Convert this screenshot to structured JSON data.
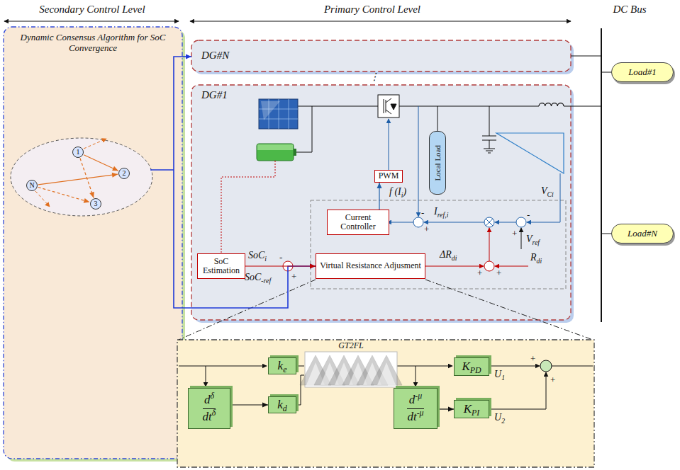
{
  "diagram": {
    "nodes": [
      {
        "text": [
          "Dynamic Consensus Algorithm for SoC Convergence"
        ]
      },
      {
        "text": [
          "1"
        ],
        "in": 0
      },
      {
        "text": [
          "2"
        ],
        "in": 0
      },
      {
        "text": [
          "3"
        ],
        "in": 0
      },
      {
        "text": [
          "N"
        ],
        "in": 0
      },
      {
        "text": [
          "DG#N"
        ]
      },
      {
        "text": [
          "DG#1"
        ]
      },
      {
        "text": [
          "Local Load"
        ],
        "in": 6
      },
      {
        "text": [
          "PWM"
        ],
        "in": 6
      },
      {
        "text": [
          "Current Controller"
        ],
        "in": 6
      },
      {
        "text": [
          "SoC Estimation"
        ],
        "in": 6
      },
      {
        "text": [
          "Virtual Resistance Adjusment"
        ],
        "in": 6
      },
      {
        "text": [
          "Load#1"
        ]
      },
      {
        "text": [
          "Load#N"
        ]
      },
      {
        "text": [
          "GT2FL"
        ]
      },
      {
        "text": [
          "ke"
        ],
        "in": 14
      },
      {
        "text": [
          "kd"
        ],
        "in": 14
      },
      {
        "text": [
          "dδ",
          "dtδ"
        ],
        "in": 14
      },
      {
        "text": [
          "d-μ",
          "dt-μ"
        ],
        "in": 14
      },
      {
        "text": [
          "KPD"
        ],
        "in": 14
      },
      {
        "text": [
          "KPI"
        ],
        "in": 14
      }
    ],
    "edges": [
      {
        "from": 1,
        "to": 2,
        "arrow": "to"
      },
      {
        "from": 4,
        "to": 2,
        "arrow": "to"
      },
      {
        "from": 1,
        "to": 3,
        "arrow": "to"
      },
      {
        "from": 4,
        "to": 3,
        "arrow": "to"
      },
      {
        "from": 0,
        "to": 5,
        "arrow": "to"
      },
      {
        "from": 0,
        "to": 11,
        "arrow": "to"
      },
      {
        "from": 10,
        "to": 11,
        "arrow": "to"
      },
      {
        "from": 9,
        "to": 8,
        "arrow": "to"
      },
      {
        "from": 17,
        "to": 16,
        "arrow": "to"
      },
      {
        "from": 18,
        "to": 20,
        "arrow": "to"
      }
    ],
    "labels": [
      "Secondary Control Level",
      "Primary Control Level",
      "DC Bus",
      "⋮",
      "f (Ii)",
      "Iref,i",
      "VCi",
      "Vref",
      "SoCi",
      "SoC-ref",
      "ΔRdi",
      "Rdi",
      "U1",
      "U2",
      "-",
      "+",
      "-",
      "+",
      "-",
      "+",
      "+",
      "+",
      "+",
      "+"
    ]
  }
}
